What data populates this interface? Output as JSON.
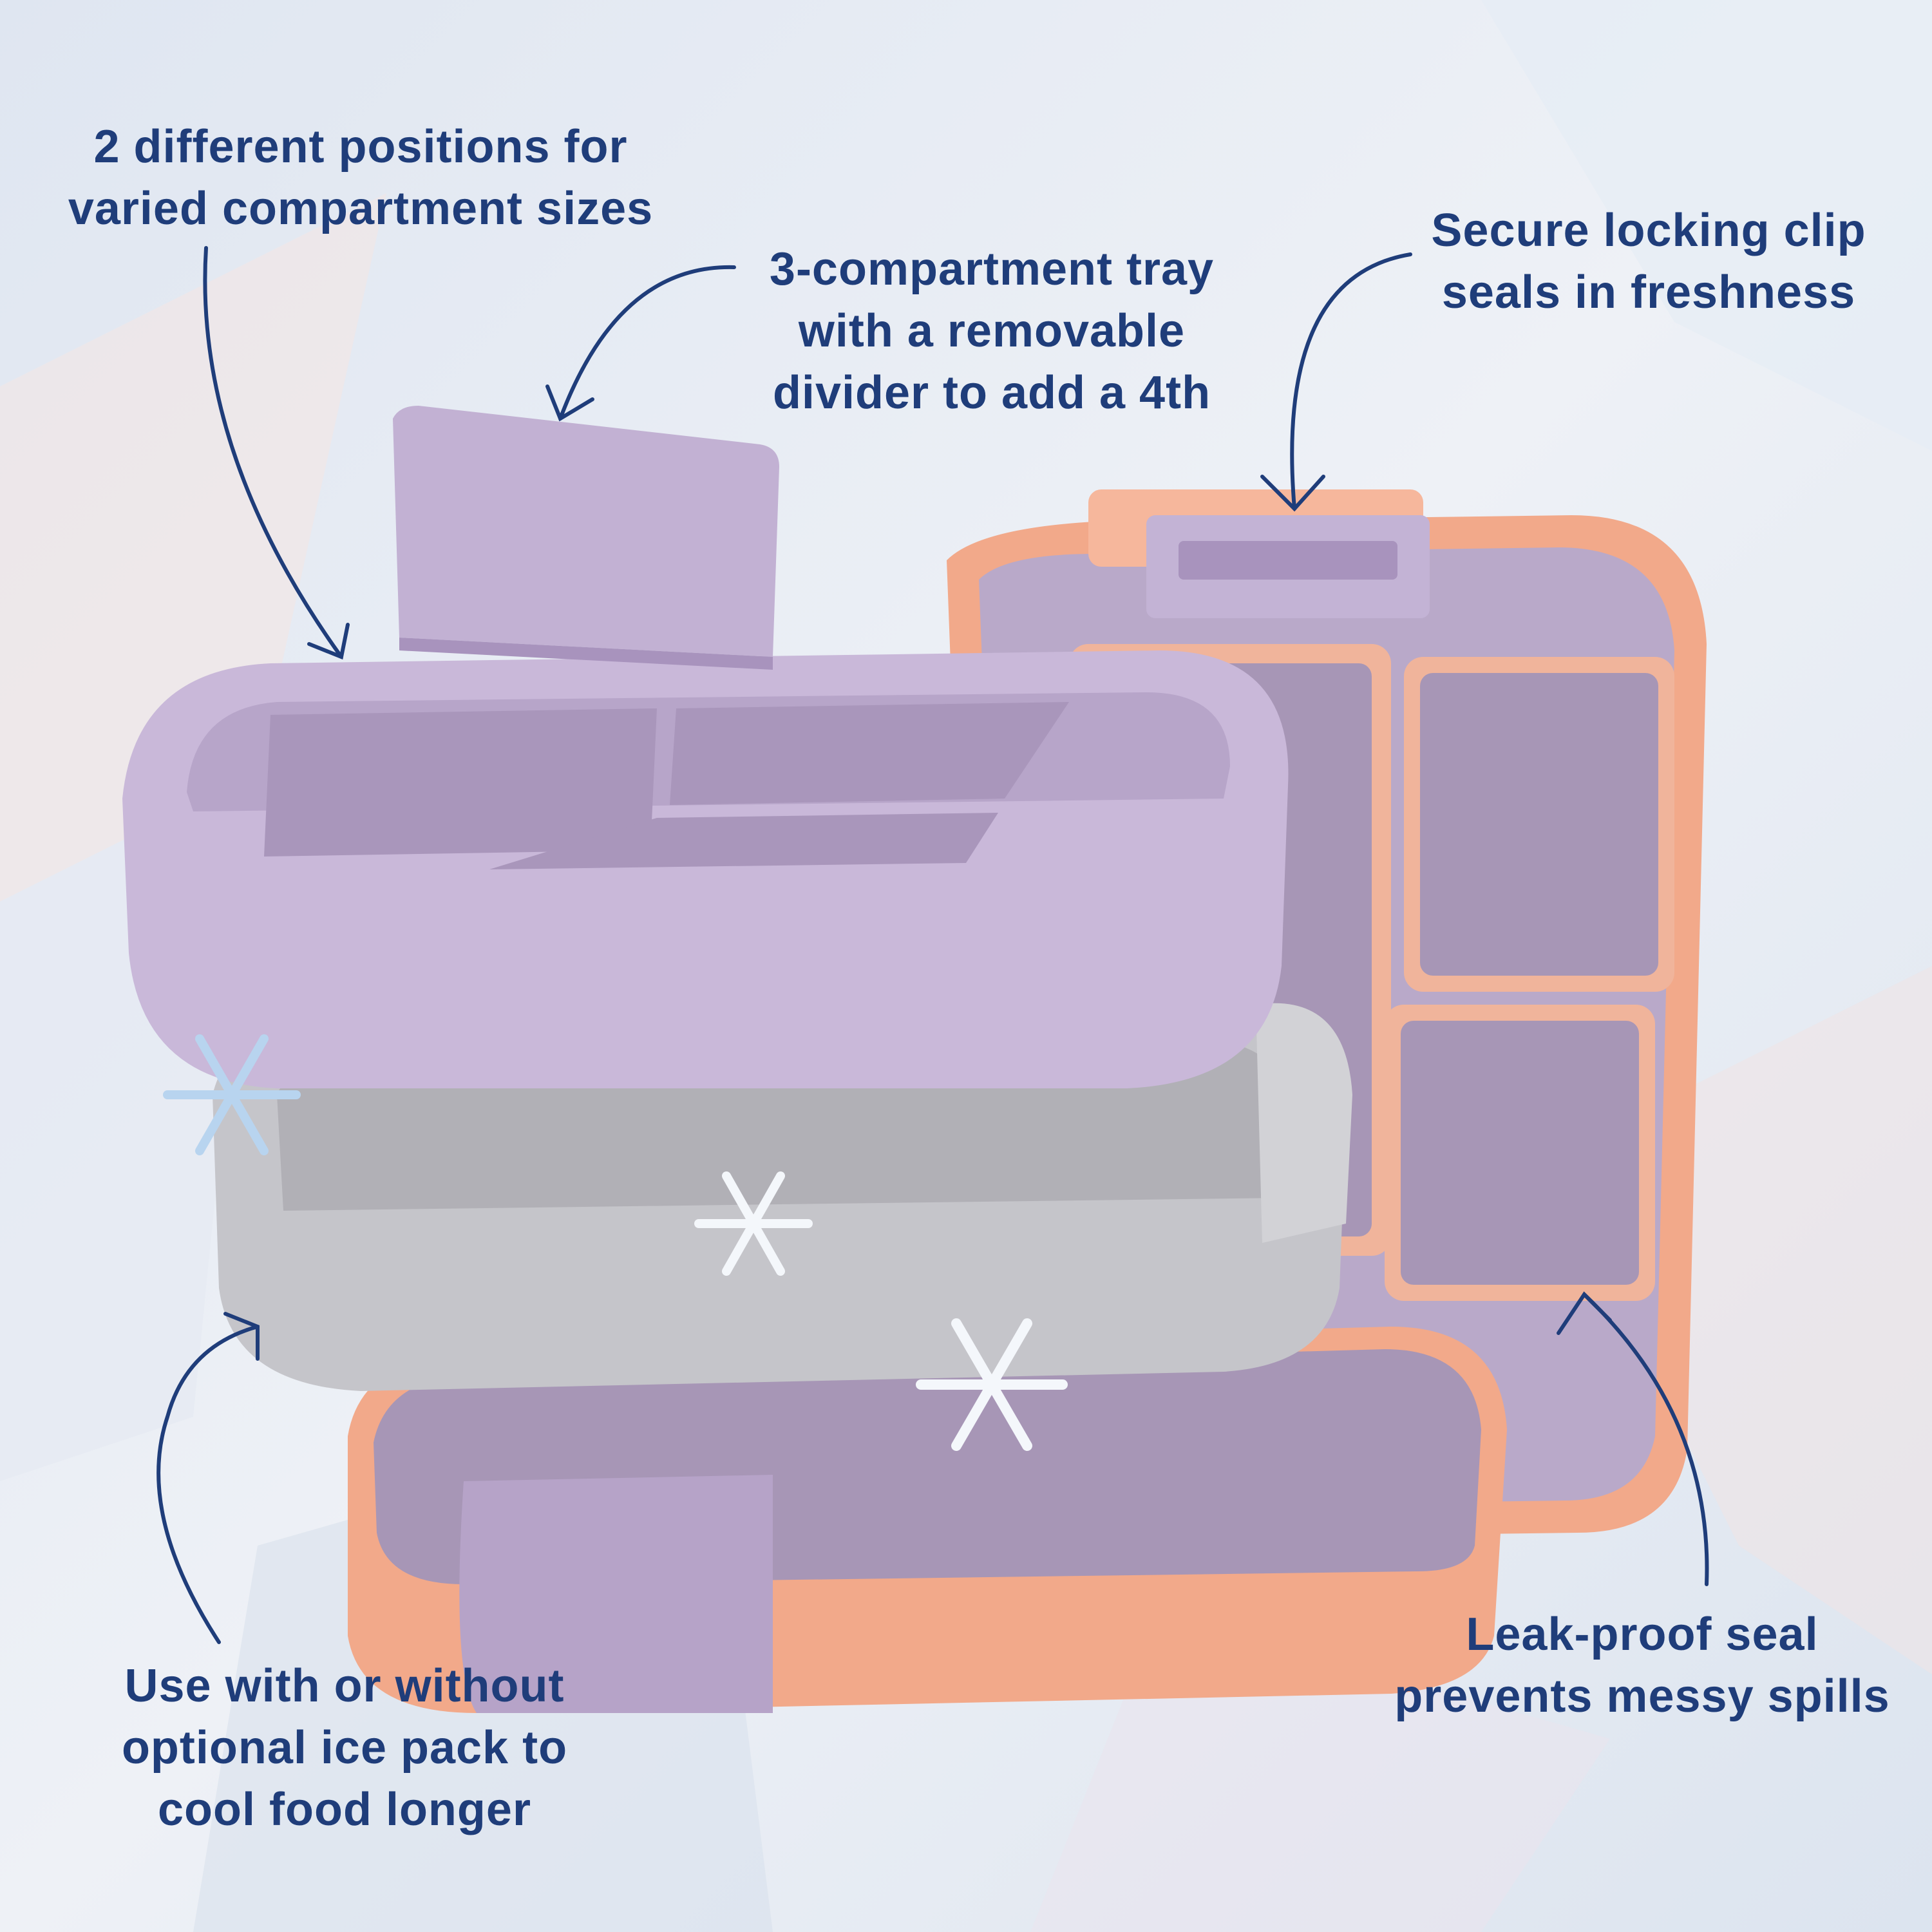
{
  "callouts": {
    "positions": [
      "2 different positions for",
      "varied compartment sizes"
    ],
    "tray": [
      "3-compartment tray",
      "with a removable",
      "divider to add a 4th"
    ],
    "clip": [
      "Secure locking clip",
      "seals in freshness"
    ],
    "icepack": [
      "Use with or without",
      "optional ice pack to",
      "cool food longer"
    ],
    "seal": [
      "Leak-proof seal",
      "prevents messy spills"
    ]
  },
  "colors": {
    "text": "#1f3d7a",
    "arrow": "#1f3d7a",
    "lavender": "#c9b8d9",
    "lavender_dark": "#a893bd",
    "gray_pack": "#c8c8cc",
    "peach": "#f2a98a",
    "peach_dark": "#e08c6b",
    "background": "#e8edf4"
  },
  "icons": [
    "snowflake-icon",
    "snowflake-icon",
    "snowflake-icon",
    "snowflake-icon"
  ]
}
